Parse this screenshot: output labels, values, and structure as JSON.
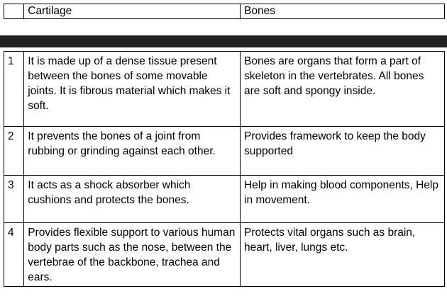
{
  "header": {
    "blank": "",
    "cartilage": "Cartilage",
    "bones": "Bones"
  },
  "rows": [
    {
      "num": "1",
      "cartilage": "It is made up of a dense tissue present between the bones of some movable joints. It is fibrous material which makes it soft.",
      "bones": "Bones are organs that form a part of skeleton in the vertebrates. All bones are soft and spongy inside."
    },
    {
      "num": "2",
      "cartilage": "It prevents the bones of a joint from rubbing or grinding against each other.",
      "bones": "Provides framework to keep the body supported"
    },
    {
      "num": "3",
      "cartilage": "It acts as a shock absorber which cushions and protects the bones.",
      "bones": "Help in making blood components, Help in movement."
    },
    {
      "num": "4",
      "cartilage": "Provides flexible support to various human body parts such as the nose, between the vertebrae of the backbone, trachea and ears.",
      "bones": "Protects vital organs such as brain, heart, liver, lungs etc."
    }
  ]
}
